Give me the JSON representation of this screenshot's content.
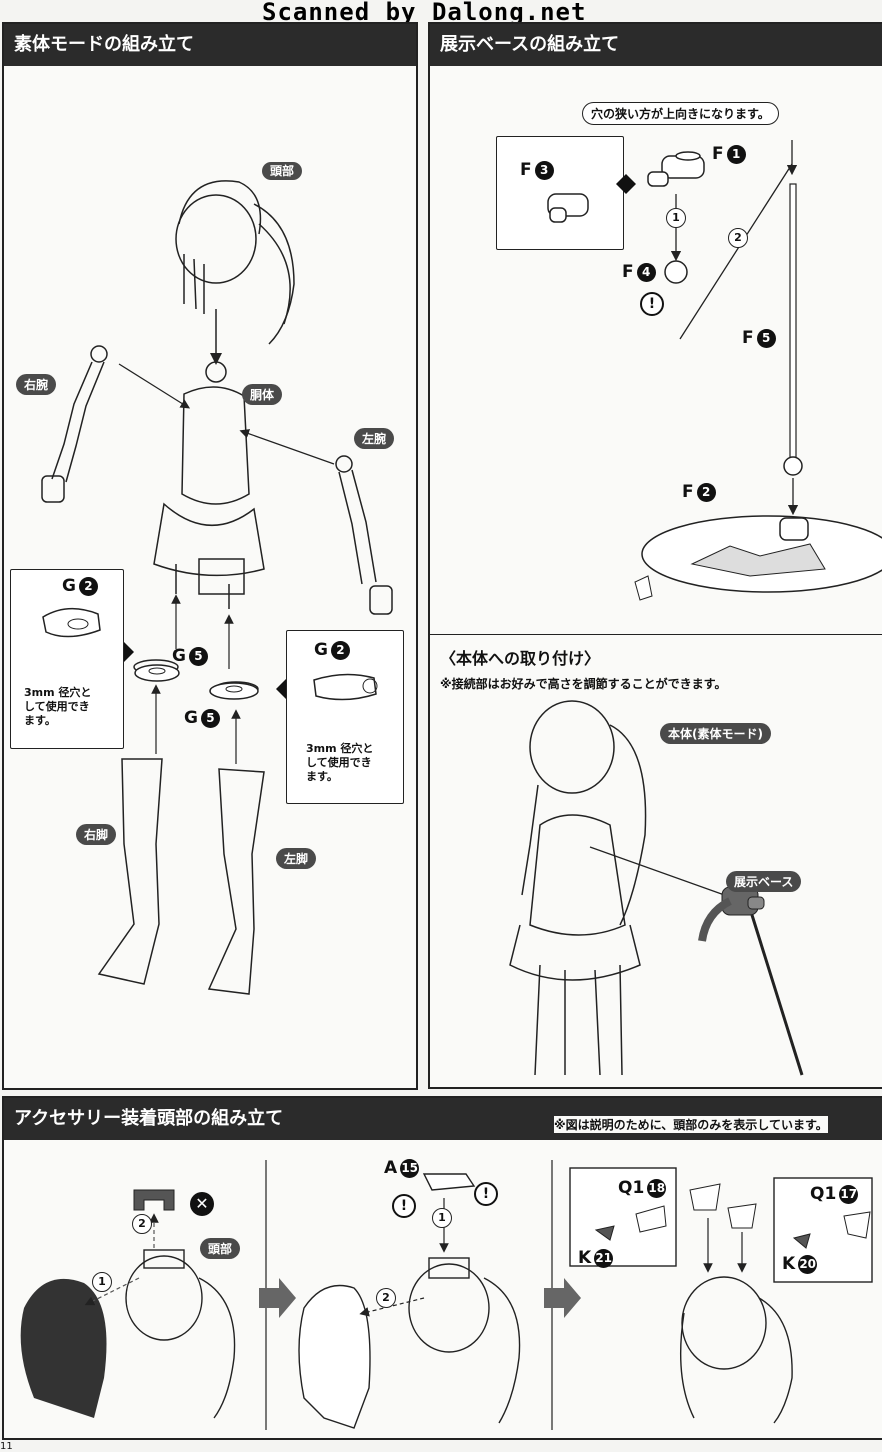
{
  "watermark": "Scanned by Dalong.net",
  "sections": {
    "nude_mode": {
      "title": "素体モードの組み立て",
      "labels": {
        "head": "頭部",
        "torso": "胴体",
        "right_arm": "右腕",
        "left_arm": "左腕",
        "right_leg": "右脚",
        "left_leg": "左脚"
      },
      "parts": {
        "g2_left": "G",
        "g2_left_num": "2",
        "g5_a": "G",
        "g5_a_num": "5",
        "g5_b": "G",
        "g5_b_num": "5",
        "g2_right": "G",
        "g2_right_num": "2"
      },
      "hole_note_left": "3mm 径穴と\nして使用でき\nます。",
      "hole_note_right": "3mm 径穴と\nして使用でき\nます。"
    },
    "display_base": {
      "title": "展示ベースの組み立て",
      "callout": "穴の狭い方が上向きになります。",
      "parts": {
        "f3": "F",
        "f3_num": "3",
        "f1": "F",
        "f1_num": "1",
        "f4": "F",
        "f4_num": "4",
        "f5": "F",
        "f5_num": "5",
        "f2": "F",
        "f2_num": "2"
      },
      "steps": [
        "1",
        "2"
      ]
    },
    "attach": {
      "title": "〈本体への取り付け〉",
      "note": "※接続部はお好みで高さを調節することができます。",
      "body_label": "本体(素体モード)",
      "base_label": "展示ベース"
    },
    "accessory_head": {
      "title": "アクセサリー装着頭部の組み立て",
      "note": "※図は説明のために、頭部のみを表示しています。",
      "head_label": "頭部",
      "parts": {
        "a15": "A",
        "a15_num": "15",
        "q18": "Q1",
        "q18_num": "18",
        "k21": "K",
        "k21_num": "21",
        "q17": "Q1",
        "q17_num": "17",
        "k20": "K",
        "k20_num": "20"
      },
      "steps": [
        "1",
        "2"
      ]
    }
  },
  "page_number": "11"
}
